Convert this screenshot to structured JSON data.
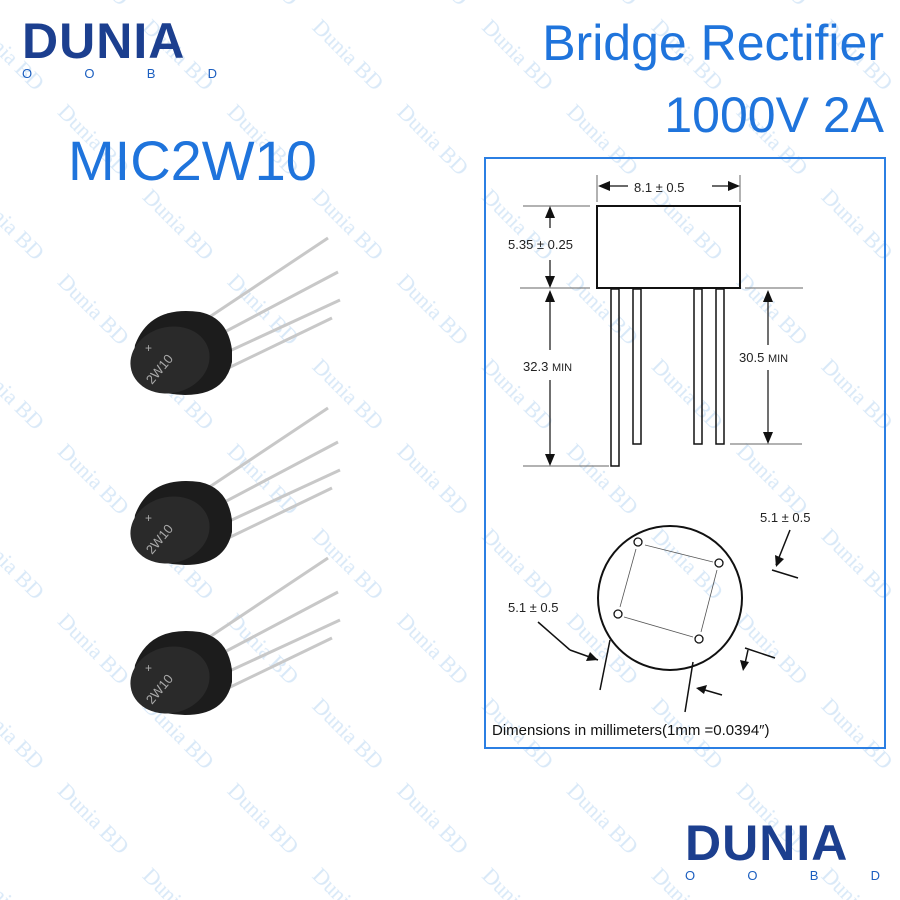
{
  "logo": {
    "word": "DUNIA",
    "sub": [
      "O",
      "O",
      "B",
      "D"
    ]
  },
  "header": {
    "title_line1": "Bridge Rectifier",
    "title_line2": "1000V 2A",
    "model": "MIC2W10"
  },
  "diagram": {
    "width_dim": "8.1 ± 0.5",
    "height_dim": "5.35 ± 0.25",
    "lead_long": "32.3",
    "lead_short": "30.5",
    "min_label": "MIN",
    "pin_spacing_1": "5.1 ± 0.5",
    "pin_spacing_2": "5.1 ± 0.5",
    "note": "Dimensions in millimeters(1mm =0.0394″)"
  },
  "component_marking": "2W10",
  "watermark": "Dunia BD",
  "colors": {
    "accent": "#1f74dc",
    "logo": "#1c3f8f",
    "border": "#2b7fe3"
  }
}
